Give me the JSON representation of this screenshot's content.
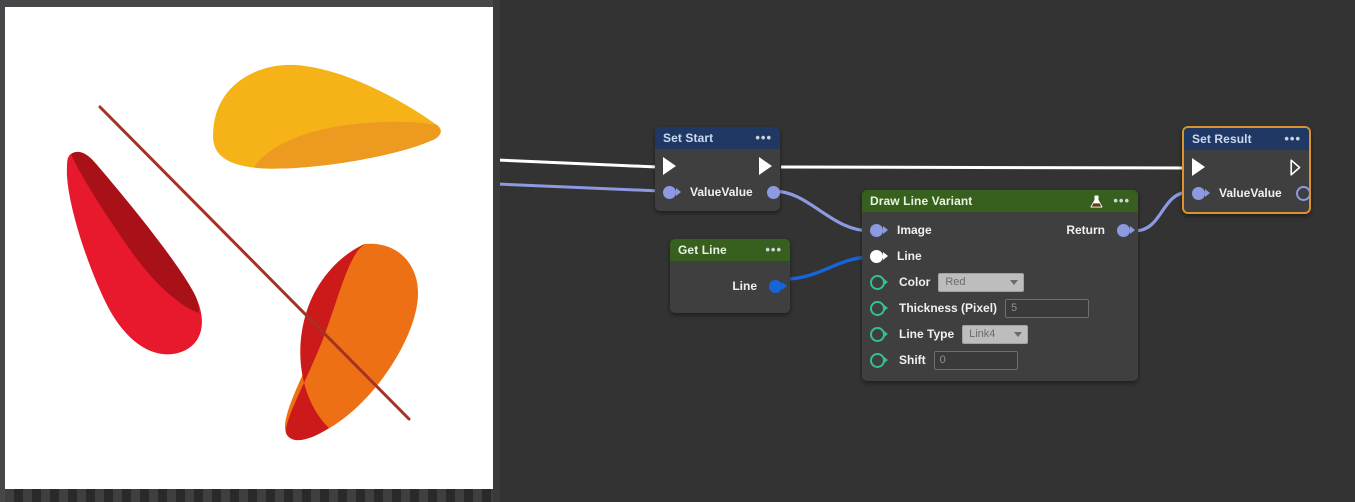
{
  "app": {
    "background_color": "#333333",
    "exec_wire_color": "#ffffff",
    "data_wire_color": "#8d9ae2",
    "line_wire_color": "#1565d8",
    "selection_color": "#d9932f"
  },
  "viewer": {
    "name": "image-preview",
    "background": "#ffffff",
    "shapes": [
      {
        "name": "yellow-petal",
        "fill": "#F5B318",
        "shade": "#EC9A20"
      },
      {
        "name": "red-petal",
        "fill": "#E8192C",
        "shade": "#A81118"
      },
      {
        "name": "orange-petal",
        "fill": "#EE7014",
        "shade": "#CC1A1A"
      },
      {
        "name": "drawn-line",
        "stroke": "#A53224",
        "width": 3
      }
    ],
    "scrollbar": {
      "name": "horizontal-scrollbar",
      "orientation": "horizontal"
    }
  },
  "nodes": [
    {
      "id": "set-start",
      "title": "Set Start",
      "header_style": "blue",
      "menu": "•••",
      "selected": false,
      "exec_in": true,
      "exec_out": true,
      "exec_out_hollow": false,
      "inputs": [
        {
          "label": "Value",
          "pin": "filled-blue"
        }
      ],
      "outputs": [
        {
          "label": "Value",
          "pin": "filled-blue"
        }
      ]
    },
    {
      "id": "get-line",
      "title": "Get Line",
      "header_style": "green",
      "menu": "•••",
      "selected": false,
      "outputs": [
        {
          "label": "Line",
          "pin": "filled-line-blue"
        }
      ]
    },
    {
      "id": "draw-line-variant",
      "title": "Draw Line Variant",
      "header_style": "green",
      "menu": "•••",
      "badge": "flask-icon",
      "selected": false,
      "return_label": "Return",
      "rows": [
        {
          "label": "Image",
          "pin": "filled-blue",
          "widget": "none"
        },
        {
          "label": "Line",
          "pin": "filled-white",
          "widget": "none"
        },
        {
          "label": "Color",
          "pin": "hollow-green",
          "widget": "dropdown",
          "value": "Red"
        },
        {
          "label": "Thickness (Pixel)",
          "pin": "hollow-green",
          "widget": "textfield",
          "value": "5",
          "field_width": 82
        },
        {
          "label": "Line Type",
          "pin": "hollow-green",
          "widget": "dropdown",
          "value": "Link4",
          "field_width": 62
        },
        {
          "label": "Shift",
          "pin": "hollow-green",
          "widget": "textfield",
          "value": "0",
          "field_width": 78
        }
      ]
    },
    {
      "id": "set-result",
      "title": "Set Result",
      "header_style": "blue",
      "menu": "•••",
      "selected": true,
      "exec_in": true,
      "exec_out": true,
      "exec_out_hollow": true,
      "inputs": [
        {
          "label": "Value",
          "pin": "filled-blue"
        }
      ],
      "outputs": [
        {
          "label": "Value",
          "pin": "hollow-blue"
        }
      ]
    }
  ]
}
